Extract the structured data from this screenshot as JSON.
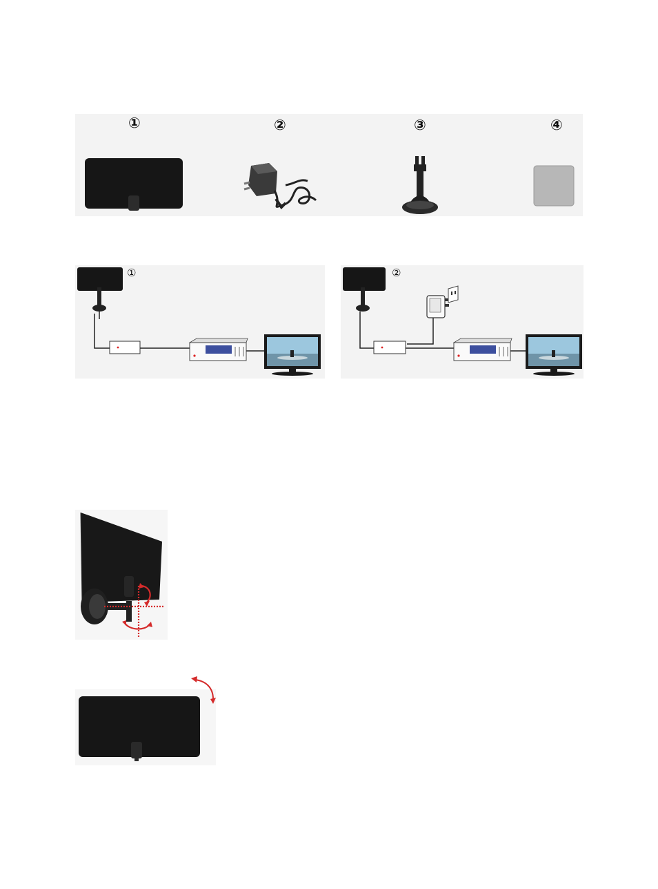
{
  "contents": {
    "items": [
      {
        "marker": "①",
        "icon": "flat-antenna-panel"
      },
      {
        "marker": "②",
        "icon": "power-adapter"
      },
      {
        "marker": "③",
        "icon": "suction-cup-stand"
      },
      {
        "marker": "④",
        "icon": "adhesive-pad"
      }
    ]
  },
  "connection": {
    "diagrams": [
      {
        "marker": "①",
        "devices": [
          "antenna",
          "amplifier-box",
          "set-top-box",
          "television"
        ]
      },
      {
        "marker": "②",
        "devices": [
          "antenna",
          "amplifier-box",
          "power-adapter",
          "wall-outlet",
          "set-top-box",
          "television"
        ]
      }
    ]
  },
  "mounting": {
    "views": [
      "antenna-on-stand-rotation",
      "antenna-panel-tilt"
    ]
  },
  "colors": {
    "panel_bg": "#f3f3f3",
    "antenna_black": "#161616",
    "adapter_gray": "#3a3a3a",
    "pad_gray": "#b7b7b7",
    "rotation_red": "#d52b2b",
    "dvd_blue": "#3d4f9e",
    "screen_blue": "#9cc7de"
  }
}
